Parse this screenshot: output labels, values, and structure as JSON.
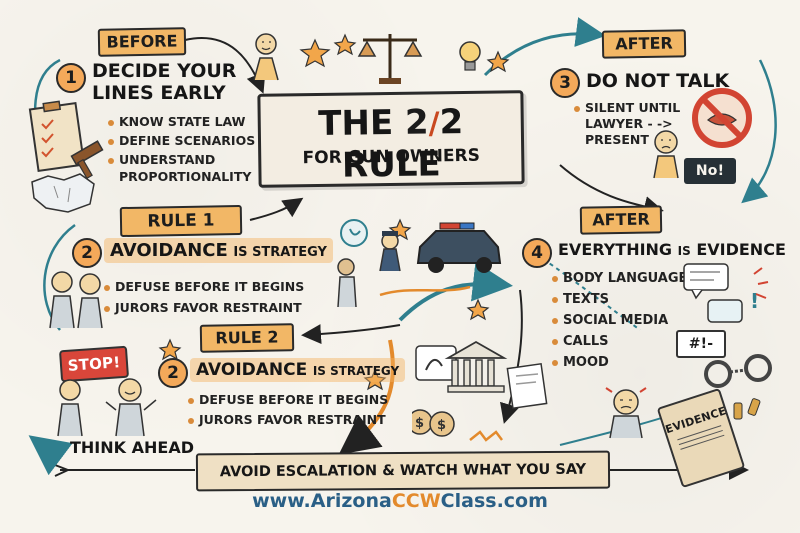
{
  "title": {
    "line1_pre": "THE",
    "line1_fraction_left": "2",
    "line1_fraction_right": "2",
    "line1_post": "RULE",
    "line2": "FOR GUN OWNERS"
  },
  "before_section": {
    "tag": "BEFORE",
    "number": "1",
    "heading_line1": "DECIDE YOUR",
    "heading_line2": "LINES EARLY",
    "bullets": [
      "KNOW STATE LAW",
      "DEFINE SCENARIOS",
      "UNDERSTAND",
      "PROPORTIONALITY"
    ]
  },
  "after_top_section": {
    "tag": "AFTER",
    "number": "3",
    "heading": "DO NOT TALK",
    "note_line1": "SILENT UNTIL",
    "note_line2": "LAWYER",
    "note_line3": "PRESENT",
    "sign_text": "No!"
  },
  "rule1_section": {
    "tag": "RULE 1",
    "number": "2",
    "heading_main": "AVOIDANCE",
    "heading_small": "IS STRATEGY",
    "bullets": [
      "DEFUSE BEFORE IT BEGINS",
      "JURORS FAVOR RESTRAINT"
    ]
  },
  "after_bottom_section": {
    "tag": "AFTER",
    "number": "4",
    "heading_main": "EVERYTHING",
    "heading_small": "IS",
    "heading_end": "EVIDENCE",
    "bullets": [
      "BODY LANGUAGE",
      "TEXTS",
      "SOCIAL MEDIA",
      "CALLS",
      "MOOD"
    ],
    "hashtag": "#!-",
    "evidence_tag": "EVIDENCE"
  },
  "rule2_section": {
    "tag": "RULE 2",
    "number": "2",
    "heading_main": "AVOIDANCE",
    "heading_small": "IS STRATEGY",
    "bullets": [
      "DEFUSE BEFORE IT BEGINS",
      "JURORS FAVOR RESTRAINT"
    ],
    "stop_sign": "STOP!",
    "think_ahead": "THINK AHEAD"
  },
  "banner": {
    "text": "AVOID ESCALATION & WATCH WHAT YOU SAY"
  },
  "footer": {
    "url_pre": "www.Arizona",
    "url_highlight": "CCW",
    "url_post": "Class.com"
  },
  "colors": {
    "accent_orange": "#f2b766",
    "accent_teal": "#3d8c9a",
    "ink": "#1c1c1c",
    "stop_red": "#d9463a",
    "link_blue": "#2a5f86"
  }
}
